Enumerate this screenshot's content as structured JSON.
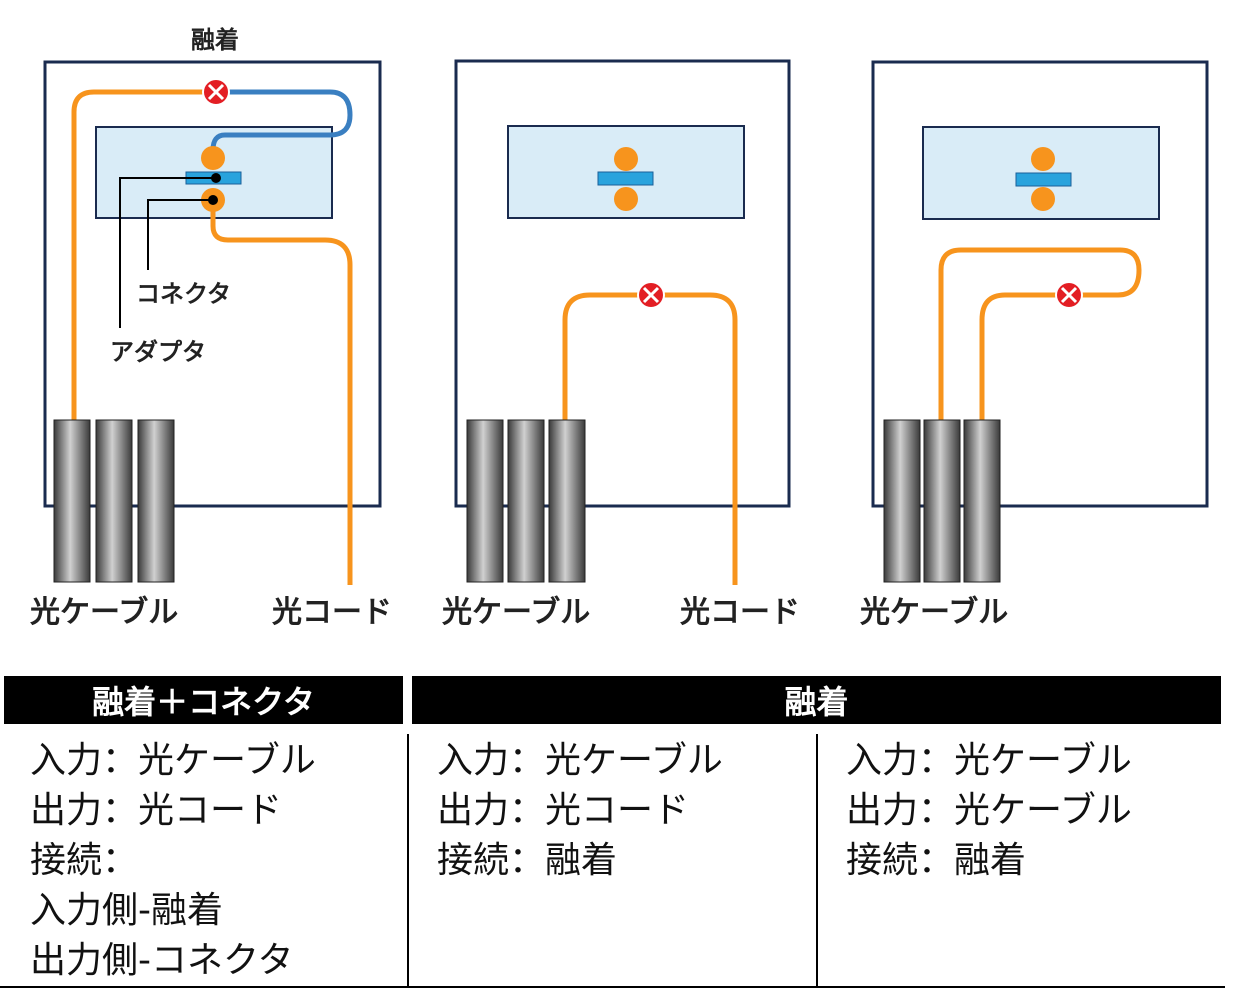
{
  "labels": {
    "fusion_top": "融着",
    "connector": "コネクタ",
    "adapter": "アダプタ",
    "cable": "光ケーブル",
    "cord": "光コード"
  },
  "colors": {
    "fiber_orange": "#f7941d",
    "fiber_blue": "#3a7fc1",
    "panel_fill": "#d9ecf7",
    "frame": "#1a2b4f",
    "cable_gray": "#777777",
    "adapter_blue": "#29a3dd",
    "splice_red": "#e31e24"
  },
  "table": {
    "headers": [
      "融着＋コネクタ",
      "融着"
    ],
    "columns": [
      [
        "入力：光ケーブル",
        "出力：光コード",
        "接続：",
        "入力側‐融着",
        "出力側‐コネクタ"
      ],
      [
        "入力：光ケーブル",
        "出力：光コード",
        "接続：融着"
      ],
      [
        "入力：光ケーブル",
        "出力：光ケーブル",
        "接続：融着"
      ]
    ]
  }
}
